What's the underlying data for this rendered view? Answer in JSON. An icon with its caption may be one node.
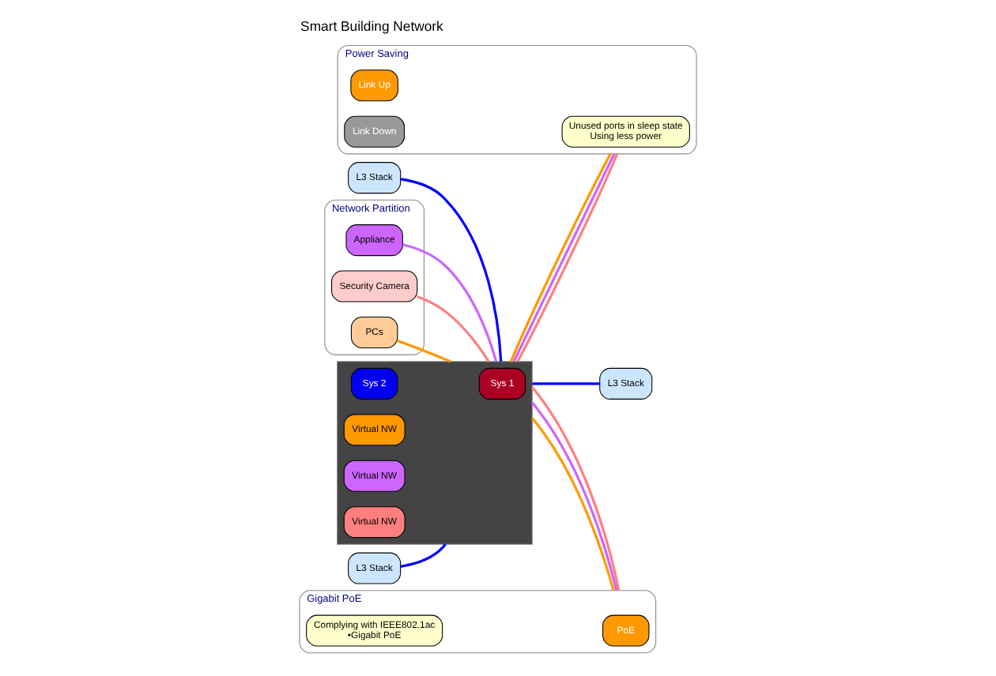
{
  "diagram": {
    "title": "Smart Building Network",
    "nodes": [
      {
        "text": [
          "Network Partition"
        ]
      },
      {
        "text": [
          "Appliance"
        ],
        "in": 0
      },
      {
        "text": [
          "Security Camera"
        ],
        "in": 0
      },
      {
        "text": [
          "PCs"
        ],
        "in": 0
      },
      {
        "text": [
          "Power Saving"
        ]
      },
      {
        "text": [
          "Unused ports in sleep state",
          "Using less power"
        ],
        "in": 4
      },
      {
        "text": [
          "Link Up"
        ],
        "in": 4
      },
      {
        "text": [
          "Link Down"
        ],
        "in": 4
      },
      {
        "text": [
          "Gigabit PoE"
        ]
      },
      {
        "text": [
          "PoE"
        ],
        "in": 8
      },
      {
        "text": [
          "Complying with IEEE802.1ac",
          "•Gigabit PoE"
        ],
        "in": 8
      },
      {
        "text": [
          "L3 Stack"
        ]
      },
      {
        "text": [
          "L3 Stack"
        ]
      },
      {
        "text": [
          "L3 Stack"
        ]
      },
      {
        "text": [],
        "shape": "box"
      },
      {
        "text": [
          "Sys 1"
        ],
        "in": 14
      },
      {
        "text": [
          "Sys 2"
        ],
        "in": 14
      },
      {
        "text": [
          "Virtual NW"
        ],
        "in": 14
      },
      {
        "text": [
          "Virtual NW"
        ],
        "in": 14
      },
      {
        "text": [
          "Virtual NW"
        ],
        "in": 14
      }
    ],
    "edges": [
      {
        "from": 2,
        "to": 14,
        "arrow": "none",
        "color": "#ff7f7f"
      },
      {
        "from": 1,
        "to": 14,
        "arrow": "none",
        "color": "#cc66ff"
      },
      {
        "from": 3,
        "to": 14,
        "arrow": "none",
        "color": "#ff9900"
      },
      {
        "from": 14,
        "to": 4,
        "arrow": "none",
        "color": "#ff7f7f"
      },
      {
        "from": 14,
        "to": 4,
        "arrow": "none",
        "color": "#cc66ff"
      },
      {
        "from": 14,
        "to": 4,
        "arrow": "none",
        "color": "#ff9900"
      },
      {
        "from": 14,
        "to": 8,
        "arrow": "none",
        "color": "#ff9900"
      },
      {
        "from": 14,
        "to": 8,
        "arrow": "none",
        "color": "#cc66ff"
      },
      {
        "from": 14,
        "to": 8,
        "arrow": "none",
        "color": "#ff7f7f"
      },
      {
        "from": 11,
        "to": 14,
        "arrow": "none",
        "color": "#0000ff"
      },
      {
        "from": 12,
        "to": 14,
        "arrow": "none",
        "color": "#0000ff"
      },
      {
        "from": 14,
        "to": 13,
        "arrow": "none",
        "color": "#0000ff"
      }
    ]
  }
}
